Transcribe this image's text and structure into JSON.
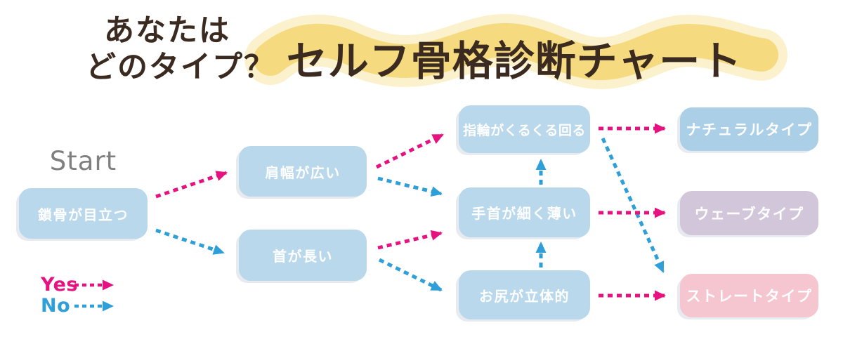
{
  "header": {
    "subtitle": {
      "line1": "あなたは",
      "line2": "どのタイプ？"
    },
    "title": "セルフ骨格診断チャート"
  },
  "start_label": "Start",
  "nodes": {
    "collarbone": {
      "label": "鎖骨が目立つ",
      "kind": "question"
    },
    "shoulders": {
      "label": "肩幅が広い",
      "kind": "question"
    },
    "neck": {
      "label": "首が長い",
      "kind": "question"
    },
    "ring": {
      "label": "指輪がくるくる回る",
      "kind": "question"
    },
    "wrist": {
      "label": "手首が細く薄い",
      "kind": "question"
    },
    "hip": {
      "label": "お尻が立体的",
      "kind": "question"
    },
    "natural": {
      "label": "ナチュラルタイプ",
      "kind": "result"
    },
    "wave": {
      "label": "ウェーブタイプ",
      "kind": "result"
    },
    "straight": {
      "label": "ストレートタイプ",
      "kind": "result"
    }
  },
  "edges": [
    {
      "from": "collarbone",
      "to": "shoulders",
      "answer": "yes"
    },
    {
      "from": "collarbone",
      "to": "neck",
      "answer": "no"
    },
    {
      "from": "shoulders",
      "to": "ring",
      "answer": "yes"
    },
    {
      "from": "shoulders",
      "to": "wrist",
      "answer": "no"
    },
    {
      "from": "neck",
      "to": "wrist",
      "answer": "yes"
    },
    {
      "from": "neck",
      "to": "hip",
      "answer": "no"
    },
    {
      "from": "ring",
      "to": "natural",
      "answer": "yes"
    },
    {
      "from": "ring",
      "to": "straight",
      "answer": "no"
    },
    {
      "from": "wrist",
      "to": "wave",
      "answer": "yes"
    },
    {
      "from": "wrist",
      "to": "ring",
      "answer": "no"
    },
    {
      "from": "hip",
      "to": "straight",
      "answer": "yes"
    },
    {
      "from": "hip",
      "to": "wrist",
      "answer": "no"
    }
  ],
  "legend": {
    "yes_label": "Yes",
    "no_label": "No"
  },
  "colors": {
    "yes_arrow": "#e5127f",
    "no_arrow": "#2e9fd8",
    "question_box": "#b9d8ec",
    "natural_box": "#aacfe6",
    "wave_box": "#d2c7da",
    "straight_box": "#f5c6d0",
    "box_text": "#ffffff",
    "title_text": "#3a2a1f",
    "highlight": "#f4d878",
    "highlight_soft": "#f9e9ab",
    "start_text": "#7f7f7f"
  }
}
